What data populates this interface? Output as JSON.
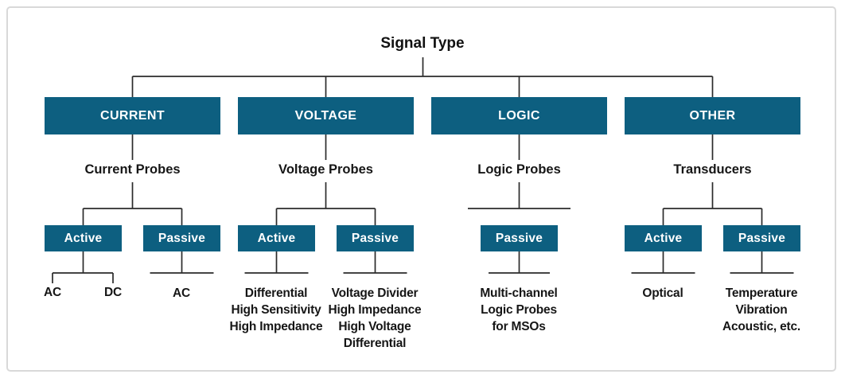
{
  "title": "Signal Type",
  "colors": {
    "node_fill": "#0d5f80",
    "node_text": "#ffffff",
    "line": "#2b2b2b",
    "text": "#161616",
    "card_border": "#d9d9d9"
  },
  "branches": [
    {
      "label": "CURRENT",
      "sublabel": "Current Probes",
      "children": [
        {
          "label": "Active",
          "leaves": [
            "AC",
            "DC"
          ]
        },
        {
          "label": "Passive",
          "leaves": [
            "AC"
          ]
        }
      ]
    },
    {
      "label": "VOLTAGE",
      "sublabel": "Voltage Probes",
      "children": [
        {
          "label": "Active",
          "leaves": [
            "Differential",
            "High Sensitivity",
            "High Impedance"
          ]
        },
        {
          "label": "Passive",
          "leaves": [
            "Voltage Divider",
            "High Impedance",
            "High Voltage",
            "Differential"
          ]
        }
      ]
    },
    {
      "label": "LOGIC",
      "sublabel": "Logic Probes",
      "children": [
        {
          "label": "Passive",
          "leaves": [
            "Multi-channel",
            "Logic Probes",
            "for MSOs"
          ]
        }
      ]
    },
    {
      "label": "OTHER",
      "sublabel": "Transducers",
      "children": [
        {
          "label": "Active",
          "leaves": [
            "Optical"
          ]
        },
        {
          "label": "Passive",
          "leaves": [
            "Temperature",
            "Vibration",
            "Acoustic, etc."
          ]
        }
      ]
    }
  ]
}
